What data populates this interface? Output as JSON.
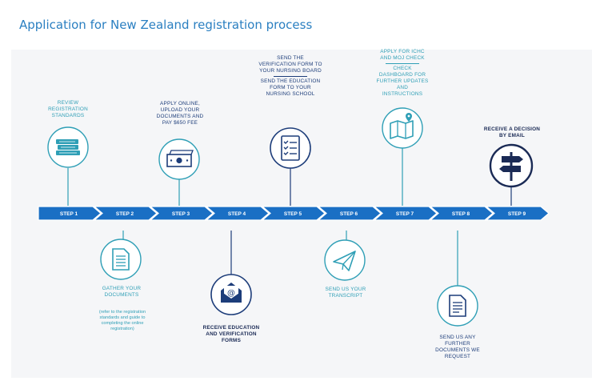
{
  "title": "Application for New Zealand registration process",
  "steps": [
    "STEP 1",
    "STEP 2",
    "STEP 3",
    "STEP 4",
    "STEP 5",
    "STEP 6",
    "STEP 7",
    "STEP 8",
    "STEP 9"
  ],
  "labels": {
    "s1": "REVIEW REGISTRATION STANDARDS",
    "s2": "GATHER YOUR DOCUMENTS",
    "s2_note": "(refer to the registration standards and guide to completing the online registration)",
    "s3": "APPLY ONLINE, UPLOAD YOUR DOCUMENTS AND PAY $650 FEE",
    "s4": "RECEIVE EDUCATION AND VERIFICATION FORMS",
    "s5a": "SEND THE VERIFICATION FORM TO YOUR NURSING BOARD",
    "s5b": "SEND THE EDUCATION FORM TO YOUR NURSING SCHOOL",
    "s6": "SEND US YOUR TRANSCRIPT",
    "s7a": "APPLY FOR ICHC AND MOJ CHECK",
    "s7b": "CHECK DASHBOARD FOR FURTHER UPDATES AND INSTRUCTIONS",
    "s8": "SEND US ANY FURTHER DOCUMENTS WE REQUEST",
    "s9": "RECEIVE A DECISION BY EMAIL"
  },
  "icons": {
    "s1": "books-icon",
    "s2": "document-icon",
    "s3": "cash-icon",
    "s4": "email-icon",
    "s5": "checklist-icon",
    "s6": "paper-plane-icon",
    "s7": "map-icon",
    "s8": "document-icon",
    "s9": "signpost-icon"
  },
  "colors": {
    "teal": "#2f9fb6",
    "navy": "#1d3d7a",
    "arrow": "#1a6fc4",
    "title": "#2a7fc1"
  }
}
